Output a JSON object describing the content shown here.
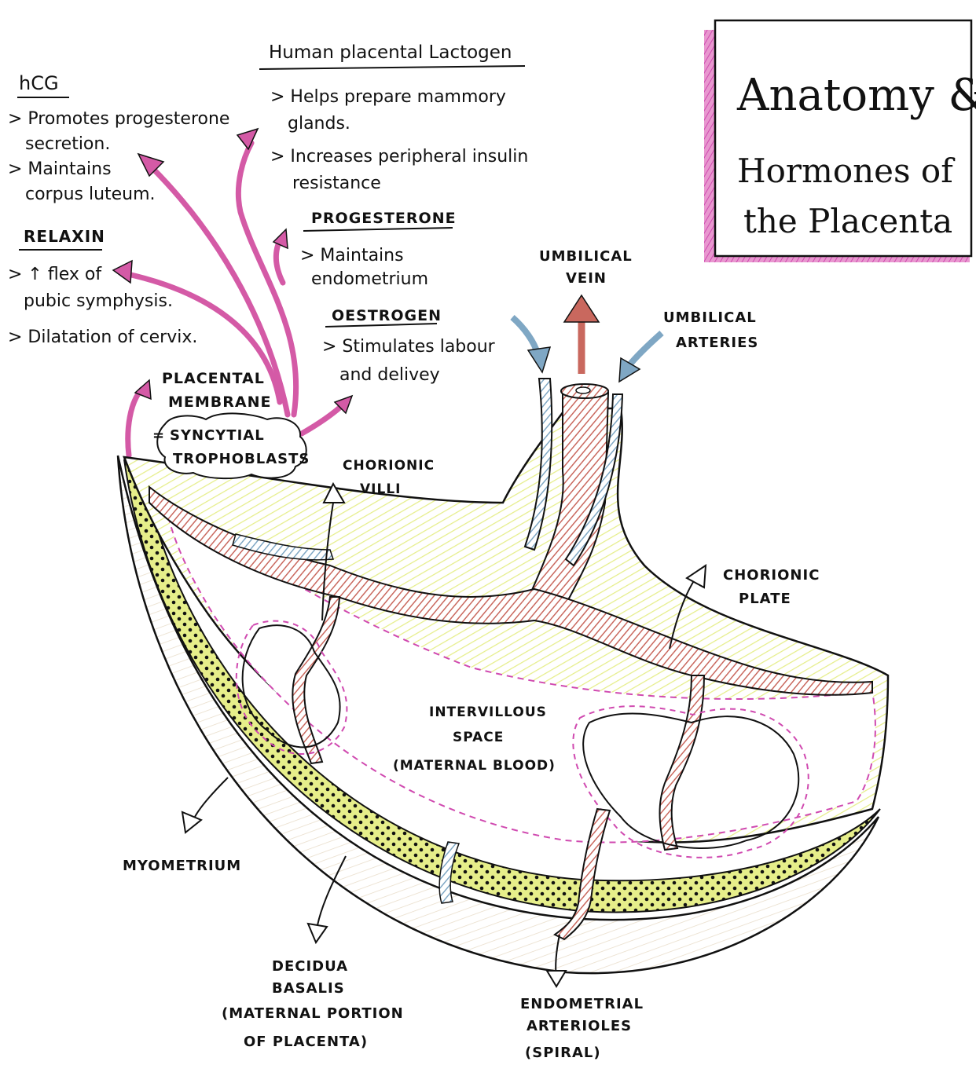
{
  "title": {
    "line1": "Anatomy &",
    "line2": "Hormones of",
    "line3": "the Placenta"
  },
  "hormones": {
    "hcg": {
      "name": "hCG",
      "points": [
        "> Promotes progesterone",
        "secretion.",
        "> Maintains",
        "corpus luteum."
      ]
    },
    "hpl": {
      "name": "Human placental Lactogen",
      "points": [
        "> Helps prepare mammory",
        "glands.",
        "> Increases peripheral insulin",
        "resistance"
      ]
    },
    "relaxin": {
      "name": "RELAXIN",
      "points": [
        "> ↑ flex of",
        "pubic symphysis.",
        "> Dilatation of cervix."
      ]
    },
    "progesterone": {
      "name": "PROGESTERONE",
      "points": [
        "> Maintains",
        "endometrium"
      ]
    },
    "oestrogen": {
      "name": "OESTROGEN",
      "points": [
        "> Stimulates labour",
        "and delivey"
      ]
    }
  },
  "labels": {
    "placental_membrane": [
      "PLACENTAL",
      "MEMBRANE"
    ],
    "equals": "=",
    "syncytial": [
      "SYNCYTIAL",
      "TROPHOBLASTS"
    ],
    "umbilical_vein": [
      "UMBILICAL",
      "VEIN"
    ],
    "umbilical_arteries": [
      "UMBILICAL",
      "ARTERIES"
    ],
    "chorionic_villi": [
      "CHORIONIC",
      "VILLI"
    ],
    "chorionic_plate": [
      "CHORIONIC",
      "PLATE"
    ],
    "intervillous": [
      "INTERVILLOUS",
      "SPACE",
      "(MATERNAL BLOOD)"
    ],
    "myometrium": "MYOMETRIUM",
    "decidua": [
      "DECIDUA",
      "BASALIS",
      "(MATERNAL PORTION",
      "OF PLACENTA)"
    ],
    "endometrial": [
      "ENDOMETRIAL",
      "ARTERIOLES",
      "(SPIRAL)"
    ]
  },
  "colors": {
    "artery_red": "#c9685e",
    "vein_blue": "#7fa7c4",
    "arrow_pink": "#d45aa6",
    "chorion_yellow": "#e6ee8a",
    "membrane_magenta": "#d04ab0",
    "outline": "#111111"
  }
}
